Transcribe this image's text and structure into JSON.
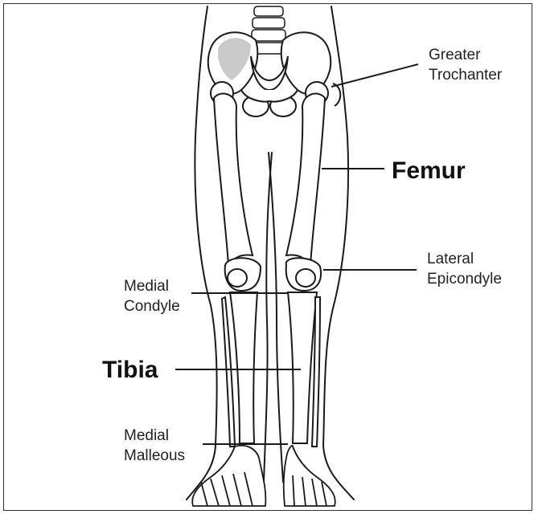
{
  "labels": {
    "greater_trochanter": [
      "Greater",
      "Trochanter"
    ],
    "femur": "Femur",
    "lateral_epicondyle": [
      "Lateral",
      "Epicondyle"
    ],
    "medial_condyle": [
      "Medial",
      "Condyle"
    ],
    "tibia": "Tibia",
    "medial_malleous": [
      "Medial",
      "Malleous"
    ]
  },
  "colors": {
    "ink": "#1a1a1a",
    "bone": "#ffffff",
    "shade": "#8a8a8a",
    "frame": "#333333"
  }
}
